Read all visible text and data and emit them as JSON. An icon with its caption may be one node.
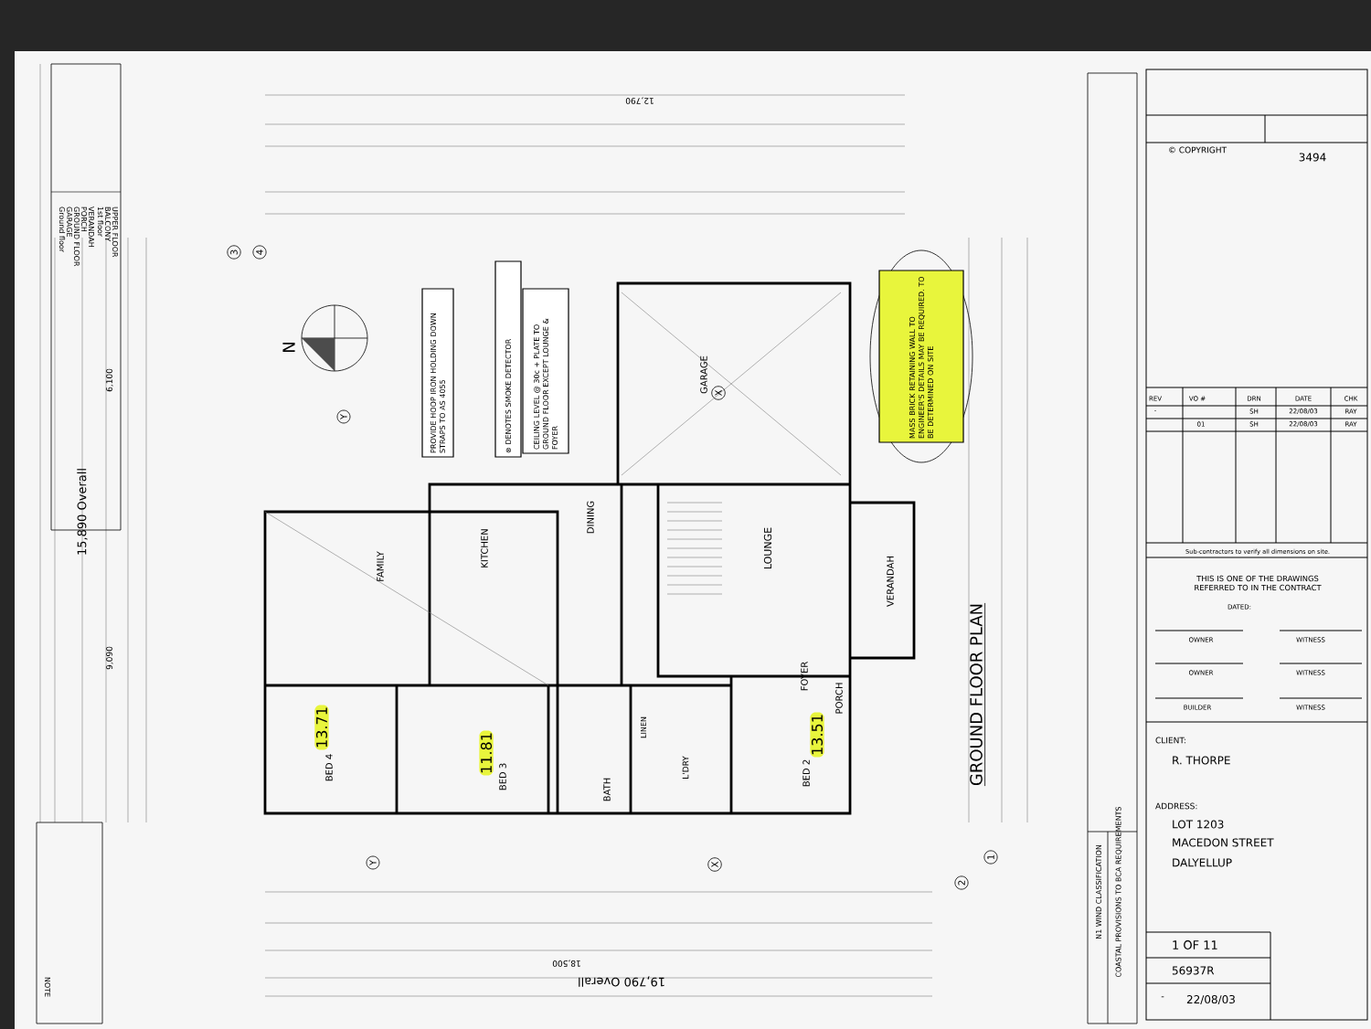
{
  "diagram": {
    "title": "GROUND FLOOR PLAN",
    "nodes": [
      {
        "text": [
          "PROVIDE HOOP IRON HOLDING DOWN STRAPS TO AS 4055"
        ]
      },
      {
        "text": [
          "⊗ DENOTES SMOKE DETECTOR"
        ]
      },
      {
        "text": [
          "CEILING LEVEL @ 30c + PLATE TO GROUND FLOOR EXCEPT LOUNGE & FOYER"
        ]
      },
      {
        "text": [
          "MASS BRICK RETAINING WALL TO ENGINEER'S DETAILS MAY BE REQUIRED. TO BE DETERMINED ON SITE"
        ]
      }
    ],
    "labels": [
      "Ground floor",
      "GARAGE",
      "GROUND FLOOR",
      "PORCH",
      "VERANDAH",
      "1st floor",
      "BALCONY",
      "UPPER FLOOR",
      "NOTE",
      "15,890 Overall",
      "6,100",
      "9,090",
      "12,790",
      "N",
      "3",
      "4",
      "Y",
      "X",
      "FAMILY",
      "KITCHEN",
      "DINING",
      "GARAGE",
      "LOUNGE",
      "FOYER",
      "PORCH",
      "VERANDAH",
      "BED 4",
      "BED 3",
      "BATH",
      "L'DRY",
      "LINEN",
      "BED 2",
      "13.71",
      "11.81",
      "13.51",
      "Y",
      "X",
      "2",
      "1",
      "18,500",
      "19,790 Overall",
      "N1 WIND CLASSIFICATION",
      "COASTAL PROVISIONS TO BCA REQUIREMENTS",
      "© COPYRIGHT",
      "3494",
      "REV",
      "VO #",
      "DRN",
      "DATE",
      "CHK",
      "-",
      "SH",
      "22/08/03",
      "RAY",
      "01",
      "SH",
      "22/08/03",
      "RAY",
      "Sub-contractors to verify all dimensions on site.",
      "THIS IS ONE OF THE DRAWINGS REFERRED TO IN THE CONTRACT",
      "DATED:",
      "OWNER",
      "WITNESS",
      "OWNER",
      "WITNESS",
      "BUILDER",
      "WITNESS",
      "CLIENT:",
      "R. THORPE",
      "ADDRESS:",
      "LOT 1203",
      "MACEDON STREET",
      "DALYELLUP",
      "1 OF 11",
      "56937R",
      "-",
      "22/08/03"
    ]
  }
}
